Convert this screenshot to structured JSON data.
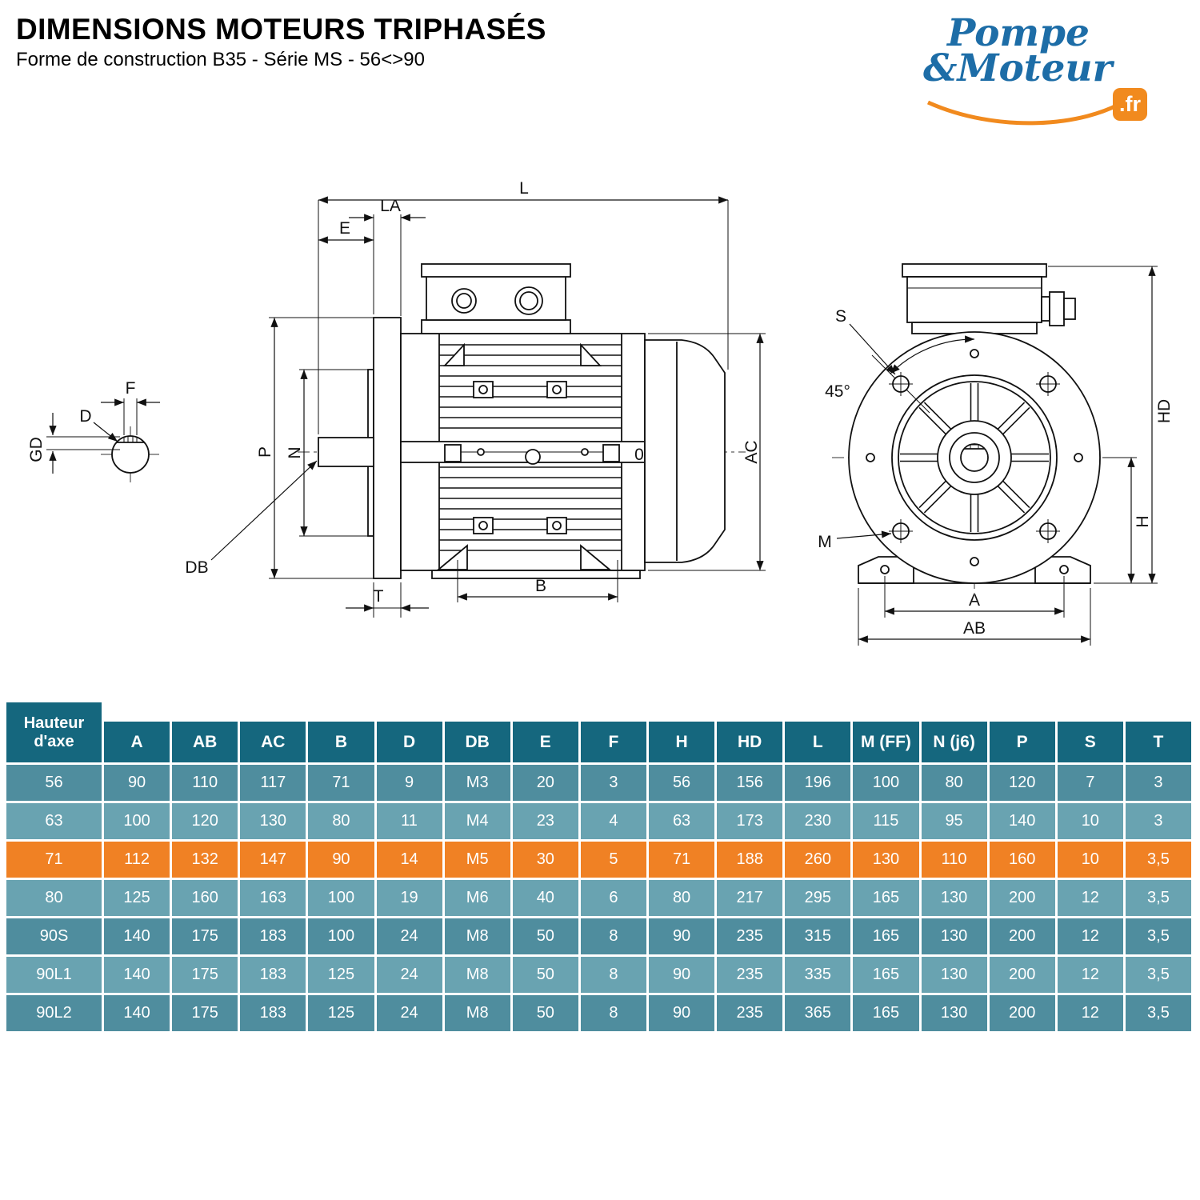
{
  "page": {
    "title": "DIMENSIONS MOTEURS TRIPHASÉS",
    "subtitle": "Forme de construction B35 - Série MS - 56<>90"
  },
  "logo": {
    "word1": "Pompe",
    "amp": "&",
    "word2": "Moteur",
    "tld": ".fr",
    "brand_blue": "#1d6da7",
    "brand_orange": "#f18a1e"
  },
  "drawings": {
    "shaft_section": {
      "F": "F",
      "D": "D",
      "GD": "GD"
    },
    "side_view": {
      "L": "L",
      "E": "E",
      "LA": "LA",
      "P": "P",
      "N": "N",
      "DB": "DB",
      "T": "T",
      "B": "B",
      "AC": "AC",
      "O": "0"
    },
    "front_view": {
      "S": "S",
      "angle": "45°",
      "M": "M",
      "HD": "HD",
      "H": "H",
      "A": "A",
      "AB": "AB"
    }
  },
  "table": {
    "corner_header": "Hauteur d'axe",
    "columns": [
      "A",
      "AB",
      "AC",
      "B",
      "D",
      "DB",
      "E",
      "F",
      "H",
      "HD",
      "L",
      "M (FF)",
      "N (j6)",
      "P",
      "S",
      "T"
    ],
    "rows": [
      {
        "label": "56",
        "shade": "dark",
        "values": [
          "90",
          "110",
          "117",
          "71",
          "9",
          "M3",
          "20",
          "3",
          "56",
          "156",
          "196",
          "100",
          "80",
          "120",
          "7",
          "3"
        ]
      },
      {
        "label": "63",
        "shade": "light",
        "values": [
          "100",
          "120",
          "130",
          "80",
          "11",
          "M4",
          "23",
          "4",
          "63",
          "173",
          "230",
          "115",
          "95",
          "140",
          "10",
          "3"
        ]
      },
      {
        "label": "71",
        "shade": "orange",
        "values": [
          "112",
          "132",
          "147",
          "90",
          "14",
          "M5",
          "30",
          "5",
          "71",
          "188",
          "260",
          "130",
          "110",
          "160",
          "10",
          "3,5"
        ]
      },
      {
        "label": "80",
        "shade": "light",
        "values": [
          "125",
          "160",
          "163",
          "100",
          "19",
          "M6",
          "40",
          "6",
          "80",
          "217",
          "295",
          "165",
          "130",
          "200",
          "12",
          "3,5"
        ]
      },
      {
        "label": "90S",
        "shade": "dark",
        "values": [
          "140",
          "175",
          "183",
          "100",
          "24",
          "M8",
          "50",
          "8",
          "90",
          "235",
          "315",
          "165",
          "130",
          "200",
          "12",
          "3,5"
        ]
      },
      {
        "label": "90L1",
        "shade": "light",
        "values": [
          "140",
          "175",
          "183",
          "125",
          "24",
          "M8",
          "50",
          "8",
          "90",
          "235",
          "335",
          "165",
          "130",
          "200",
          "12",
          "3,5"
        ]
      },
      {
        "label": "90L2",
        "shade": "dark",
        "values": [
          "140",
          "175",
          "183",
          "125",
          "24",
          "M8",
          "50",
          "8",
          "90",
          "235",
          "365",
          "165",
          "130",
          "200",
          "12",
          "3,5"
        ]
      }
    ],
    "colors": {
      "header": "#15677e",
      "row_dark": "#4f8d9e",
      "row_light": "#69a3b1",
      "row_highlight": "#f08124"
    }
  }
}
